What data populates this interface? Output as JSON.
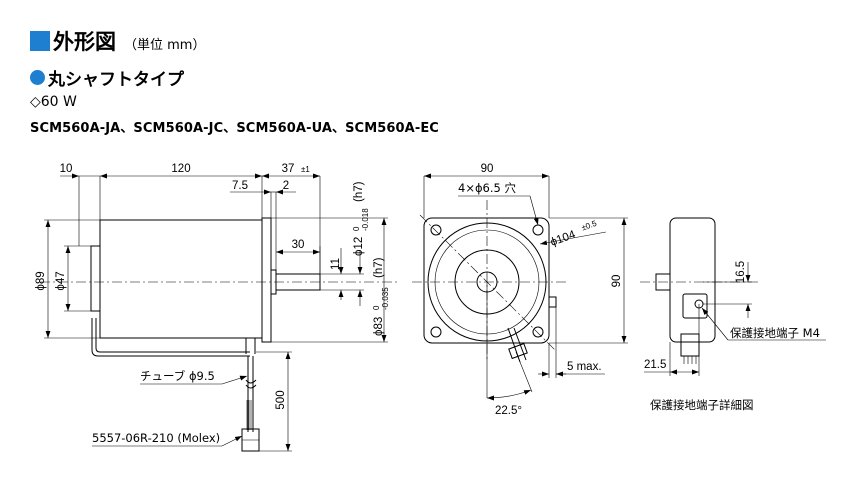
{
  "header": {
    "title": "外形図",
    "unit": "（単位 mm）",
    "subtitle": "丸シャフトタイプ",
    "power": "◇60 W",
    "models": "SCM560A-JA、SCM560A-JC、SCM560A-UA、SCM560A-EC"
  },
  "dims": {
    "d10": "10",
    "d120": "120",
    "d37": "37",
    "d37tol": "±1",
    "d7_5": "7.5",
    "d2": "2",
    "d30": "30",
    "d11": "11",
    "d500": "500",
    "phi89": "ϕ89",
    "phi47": "ϕ47",
    "phi12": "ϕ12",
    "phi12tol_upper": "0",
    "phi12tol_lower": "-0.018",
    "phi12fit": "(h7)",
    "phi83": "ϕ83",
    "phi83tol_upper": "0",
    "phi83tol_lower": "-0.035",
    "phi83fit": "(h7)",
    "front_width": "90",
    "front_height": "90",
    "holes": "4×ϕ6.5 穴",
    "pcd": "ϕ104",
    "pcdtol": "±0.5",
    "angle": "22.5°",
    "max5": "5 max.",
    "d21_5": "21.5",
    "d16_5": "16.5"
  },
  "labels": {
    "tube": "チューブ ϕ9.5",
    "connector": "5557-06R-210 (Molex)",
    "ground_terminal": "保護接地端子 M4",
    "detail_caption": "保護接地端子詳細図"
  }
}
